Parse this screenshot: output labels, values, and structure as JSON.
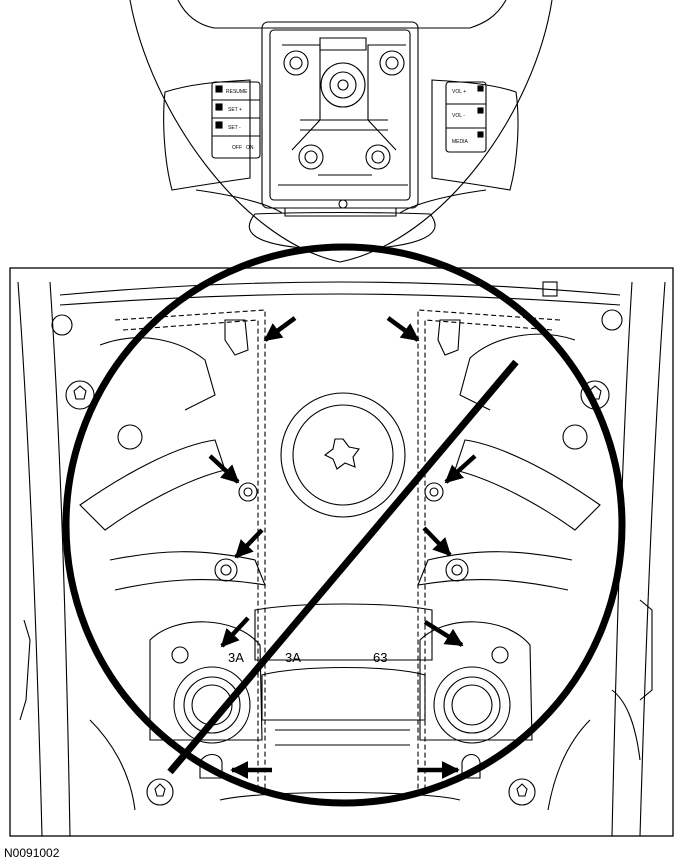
{
  "figure": {
    "id": "N0091002"
  },
  "steering_wheel": {
    "left_switch_labels": [
      "RESUME",
      "SET +",
      "SET -",
      "OFF",
      "ON"
    ],
    "right_switch_labels": [
      "VOL +",
      "VOL -",
      "MEDIA"
    ]
  },
  "detail": {
    "part_marks": [
      "3A",
      "3A",
      "63"
    ]
  },
  "colors": {
    "line": "#000000",
    "background": "#ffffff"
  }
}
